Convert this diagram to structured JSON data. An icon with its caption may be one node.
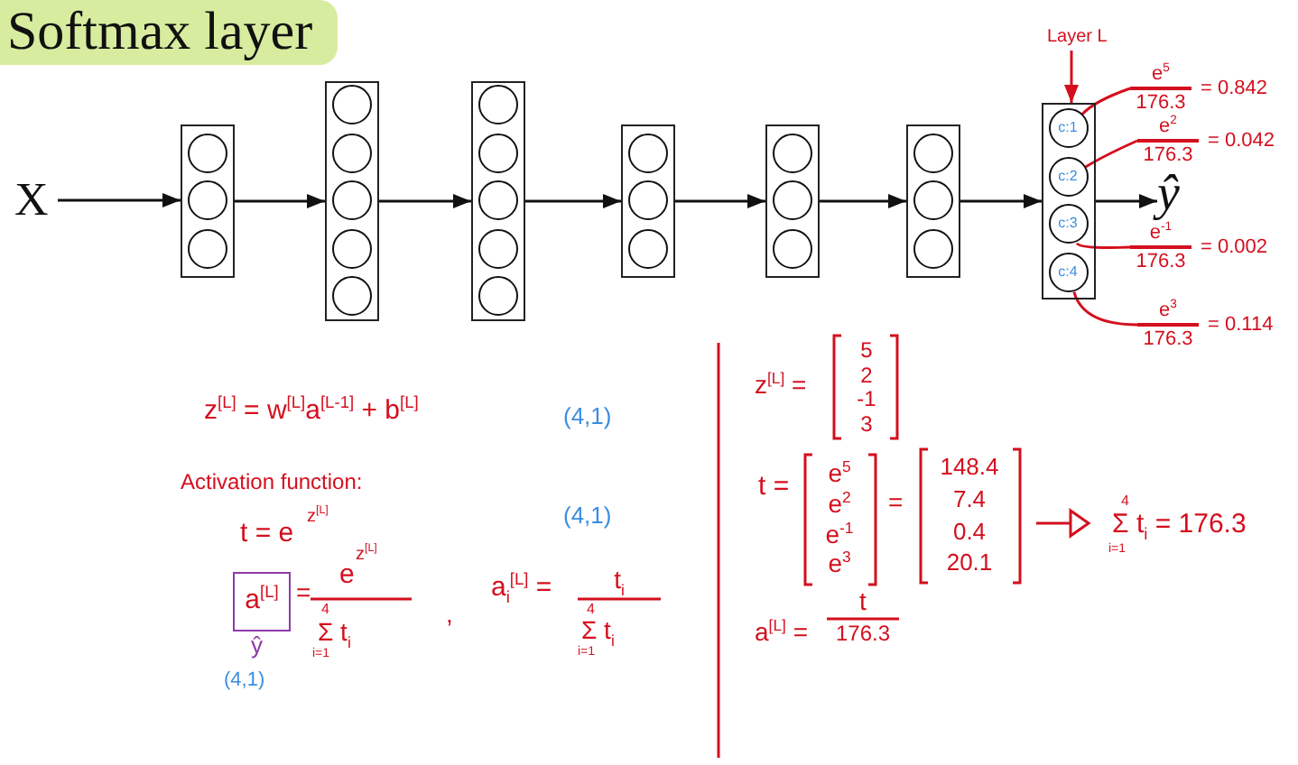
{
  "diagram": {
    "title": "Softmax layer",
    "nodes": [
      {
        "text": [
          "X"
        ]
      },
      {
        "text": [],
        "shape": "box"
      },
      {
        "text": [],
        "shape": "circle",
        "in": 1
      },
      {
        "text": [],
        "shape": "circle",
        "in": 1
      },
      {
        "text": [],
        "shape": "circle",
        "in": 1
      },
      {
        "text": [],
        "shape": "box"
      },
      {
        "text": [],
        "shape": "circle",
        "in": 5
      },
      {
        "text": [],
        "shape": "circle",
        "in": 5
      },
      {
        "text": [],
        "shape": "circle",
        "in": 5
      },
      {
        "text": [],
        "shape": "circle",
        "in": 5
      },
      {
        "text": [],
        "shape": "circle",
        "in": 5
      },
      {
        "text": [],
        "shape": "box"
      },
      {
        "text": [],
        "shape": "circle",
        "in": 11
      },
      {
        "text": [],
        "shape": "circle",
        "in": 11
      },
      {
        "text": [],
        "shape": "circle",
        "in": 11
      },
      {
        "text": [],
        "shape": "circle",
        "in": 11
      },
      {
        "text": [],
        "shape": "circle",
        "in": 11
      },
      {
        "text": [],
        "shape": "box"
      },
      {
        "text": [],
        "shape": "circle",
        "in": 17
      },
      {
        "text": [],
        "shape": "circle",
        "in": 17
      },
      {
        "text": [],
        "shape": "circle",
        "in": 17
      },
      {
        "text": [],
        "shape": "box"
      },
      {
        "text": [],
        "shape": "circle",
        "in": 21
      },
      {
        "text": [],
        "shape": "circle",
        "in": 21
      },
      {
        "text": [],
        "shape": "circle",
        "in": 21
      },
      {
        "text": [],
        "shape": "box"
      },
      {
        "text": [],
        "shape": "circle",
        "in": 25
      },
      {
        "text": [],
        "shape": "circle",
        "in": 25
      },
      {
        "text": [],
        "shape": "circle",
        "in": 25
      },
      {
        "text": [
          "Layer L"
        ]
      },
      {
        "text": [],
        "shape": "box"
      },
      {
        "text": [
          "c:1"
        ],
        "in": 30
      },
      {
        "text": [
          "c:2"
        ],
        "in": 30
      },
      {
        "text": [
          "c:3"
        ],
        "in": 30
      },
      {
        "text": [
          "c:4"
        ],
        "in": 30
      },
      {
        "text": [
          "ŷ"
        ]
      },
      {
        "text": [
          "e$^{5}$",
          "176.3",
          "= 0.842"
        ]
      },
      {
        "text": [
          "e$^{2}$",
          "176.3",
          "= 0.042"
        ]
      },
      {
        "text": [
          "e$^{-1}$",
          "176.3",
          "= 0.002"
        ]
      },
      {
        "text": [
          "e$^{3}$",
          "176.3",
          "= 0.114"
        ]
      },
      {
        "text": [
          "a$^{[L]}$"
        ],
        "beside": [
          "ŷ",
          "(4,1)"
        ]
      }
    ],
    "edges": [
      {
        "from": 0,
        "to": 1,
        "arrow": "to"
      },
      {
        "from": 1,
        "to": 5,
        "arrow": "to"
      },
      {
        "from": 5,
        "to": 11,
        "arrow": "to"
      },
      {
        "from": 11,
        "to": 17,
        "arrow": "to"
      },
      {
        "from": 17,
        "to": 21,
        "arrow": "to"
      },
      {
        "from": 21,
        "to": 25,
        "arrow": "to"
      },
      {
        "from": 25,
        "to": 30,
        "arrow": "to"
      },
      {
        "from": 30,
        "to": 35,
        "arrow": "to"
      },
      {
        "from": 29,
        "to": 30,
        "arrow": "to",
        "color": "#d40f1e"
      },
      {
        "from": 36,
        "to": 31,
        "arrow": "none",
        "color": "#d40f1e"
      },
      {
        "from": 37,
        "to": 32,
        "arrow": "none",
        "color": "#d40f1e"
      },
      {
        "from": 38,
        "to": 33,
        "arrow": "none",
        "color": "#d40f1e"
      },
      {
        "from": 39,
        "to": 34,
        "arrow": "none",
        "color": "#d40f1e"
      }
    ],
    "labels": [
      "z$^{[L]}$ = w$^{[L]}$a$^{[L-1]}$ + b$^{[L]}$",
      "(4,1)",
      "Activation function:",
      "t = e",
      "z$^{[L]}$",
      "(4,1)",
      "=",
      "e",
      "z$^{[L]}$",
      "4",
      "Σ t$_{i}$",
      "i=1",
      ",",
      "a$_{i}$$^{[L]}$ =",
      "t$_{i}$",
      "4",
      "Σ t$_{i}$",
      "i=1",
      "z$^{[L]}$ =",
      "5",
      "2",
      "-1",
      "3",
      "t =",
      "e$^{5}$",
      "e$^{2}$",
      "e$^{-1}$",
      "e$^{3}$",
      "=",
      "148.4",
      "7.4",
      "0.4",
      "20.1",
      "4",
      "Σ t$_{i}$ = 176.3",
      "i=1",
      "a$^{[L]}$ =",
      "t",
      "176.3"
    ]
  }
}
